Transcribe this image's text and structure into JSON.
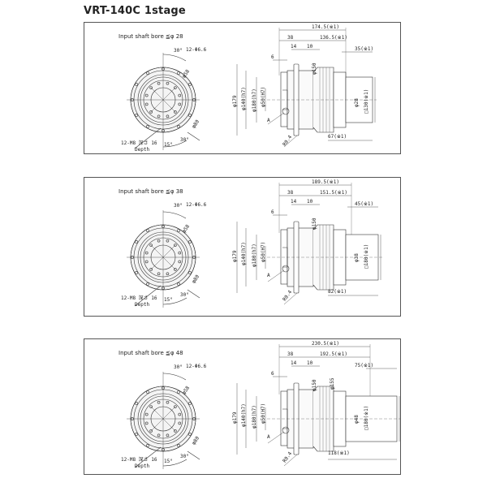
{
  "title": "VRT-140C 1stage",
  "panels": [
    {
      "bore_label": "Input shaft bore  ≦φ 28",
      "front": {
        "angle_top": "30°",
        "holes": "12-Φ6.6",
        "pcd_small": "φ58",
        "pcd_large": "φ80",
        "tap": "12-M8 深さ 16",
        "depth": "Depth",
        "angle_15": "15°",
        "angle_30": "30°"
      },
      "side": {
        "total": "174.5(※1)",
        "d38": "38",
        "rest": "136.5(※1)",
        "d14": "14",
        "d10": "10",
        "tail": "35(※1)",
        "d6": "6",
        "phi150": "φ150",
        "phi179": "φ179",
        "phi140": "φ140(h7)",
        "phi180": "φ180(h7)",
        "phi50": "φ50(H7)",
        "a": "A",
        "r04": "R0.4",
        "bottom": "67(※1)",
        "shaft": "φ28",
        "square": "□130(※1)"
      }
    },
    {
      "bore_label": "Input shaft bore  ≦φ 38",
      "front": {
        "angle_top": "30°",
        "holes": "12-Φ6.6",
        "pcd_small": "φ58",
        "pcd_large": "φ80",
        "tap": "12-M8 深さ 16",
        "depth": "Depth",
        "angle_15": "15°",
        "angle_30": "30°"
      },
      "side": {
        "total": "189.5(※1)",
        "d38": "38",
        "rest": "151.5(※1)",
        "d14": "14",
        "d10": "10",
        "tail": "45(※1)",
        "d6": "6",
        "phi150": "φ150",
        "phi179": "φ179",
        "phi140": "φ140(h7)",
        "phi180": "φ180(h7)",
        "phi50": "φ50(H7)",
        "a": "A",
        "r04": "R0.4",
        "bottom": "82(※1)",
        "shaft": "φ38",
        "square": "□180(※1)"
      }
    },
    {
      "bore_label": "Input shaft bore  ≦φ 48",
      "front": {
        "angle_top": "30°",
        "holes": "12-Φ6.6",
        "pcd_small": "φ58",
        "pcd_large": "φ80",
        "tap": "12-M8 深さ 16",
        "depth": "Depth",
        "angle_15": "15°",
        "angle_30": "30°"
      },
      "side": {
        "total": "230.5(※1)",
        "d38": "38",
        "rest": "192.5(※1)",
        "d14": "14",
        "d10": "10",
        "tail": "75(※1)",
        "d6": "6",
        "phi150": "φ150",
        "phi155": "φ155",
        "phi179": "φ179",
        "phi140": "φ140(h7)",
        "phi180": "φ180(h7)",
        "phi50": "φ50(H7)",
        "a": "A",
        "r04": "R0.4",
        "bottom": "118(※1)",
        "shaft": "φ48",
        "square": "□180(※1)"
      }
    }
  ]
}
